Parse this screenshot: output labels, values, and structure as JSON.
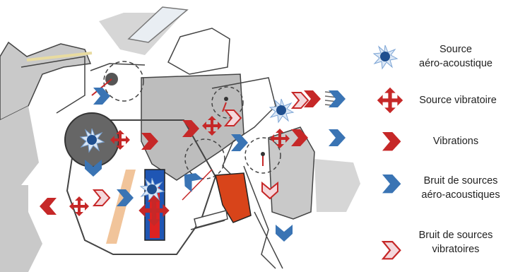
{
  "legend": {
    "aero_source": {
      "line1": "Source",
      "line2": "aéro-acoustique",
      "icon": "starburst-icon"
    },
    "vib_source": {
      "line1": "Source vibratoire",
      "icon": "red-cross-arrow-icon"
    },
    "vibrations": {
      "line1": "Vibrations",
      "icon": "red-chevron-icon"
    },
    "aero_noise": {
      "line1": "Bruit de sources",
      "line2": "aéro-acoustiques",
      "icon": "blue-chevron-icon"
    },
    "vib_noise": {
      "line1": "Bruit de sources",
      "line2": "vibratoires",
      "icon": "outlined-red-chevron-icon"
    }
  },
  "colors": {
    "red": "#c62828",
    "blue": "#3a74b4",
    "blue_dark": "#1f4f8f",
    "gray": "#bdbdbd",
    "dark_gray": "#555555",
    "orange": "#d8441a",
    "peach": "#f1c49a",
    "outline_fill": "#f4d8dc"
  }
}
